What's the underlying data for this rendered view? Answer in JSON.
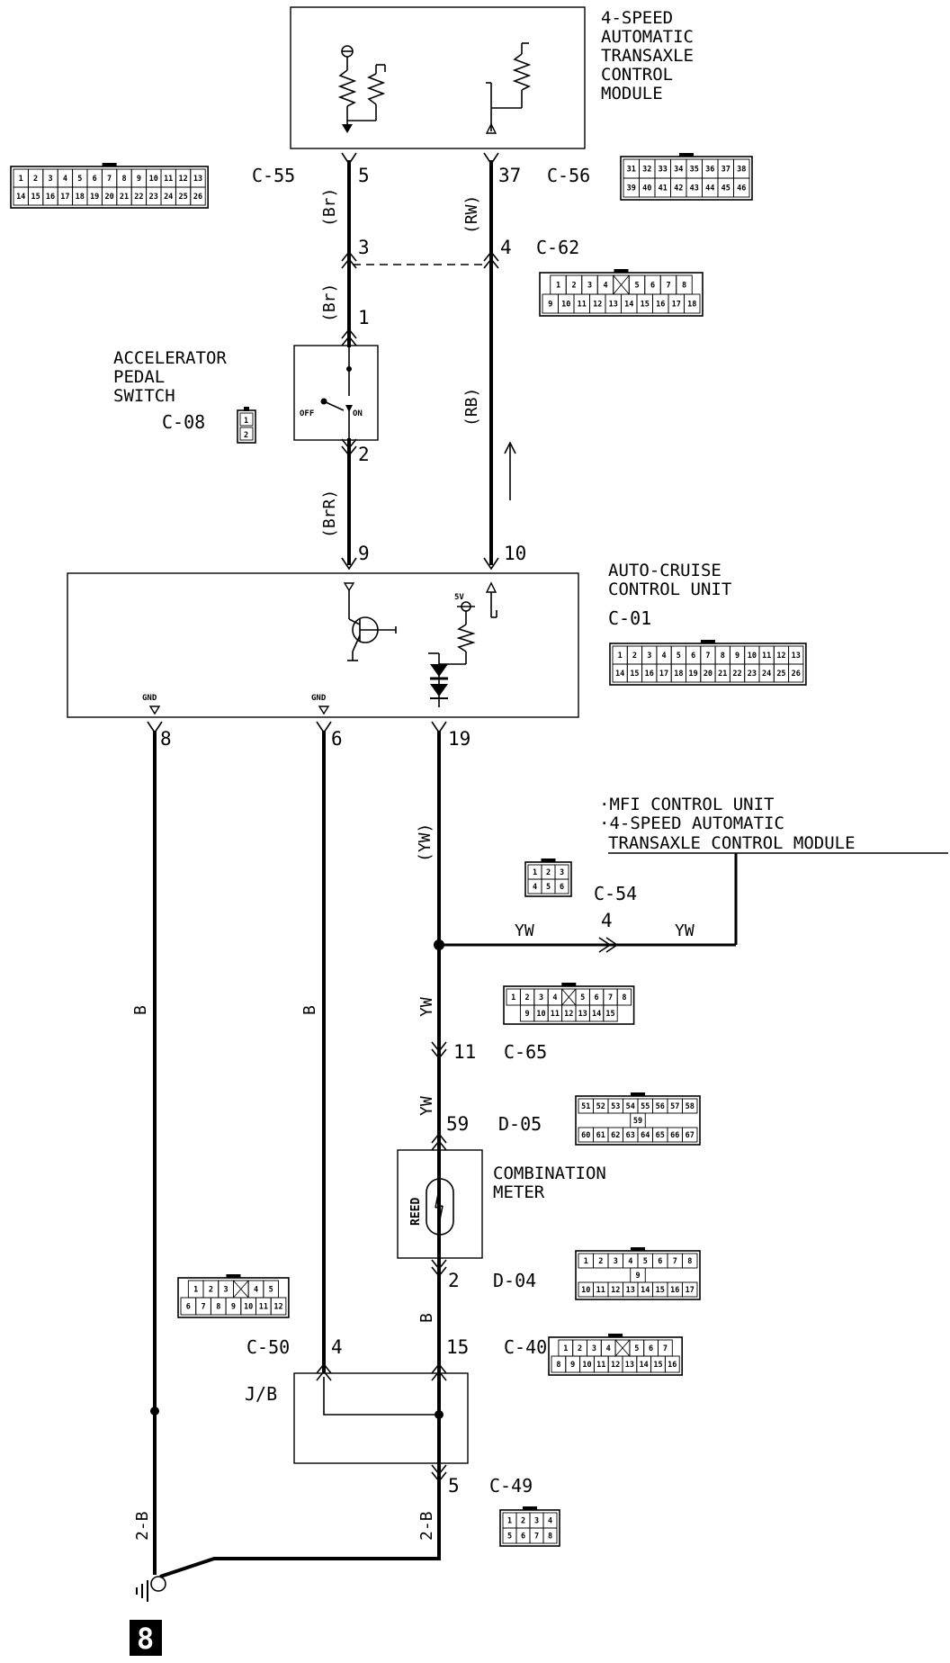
{
  "components": {
    "tcm": {
      "label_lines": [
        "4-SPEED",
        "AUTOMATIC",
        "TRANSAXLE",
        "CONTROL",
        "MODULE"
      ]
    },
    "accel_switch": {
      "label_lines": [
        "ACCELERATOR",
        "PEDAL",
        "SWITCH"
      ],
      "connector": "C-08",
      "off": "OFF",
      "on": "ON",
      "cells": [
        "1",
        "2"
      ]
    },
    "cruise_unit": {
      "label_lines": [
        "AUTO-CRUISE",
        "CONTROL UNIT"
      ],
      "connector": "C-01",
      "gnd1": "GND",
      "gnd2": "GND",
      "supply": "5V"
    },
    "mfi": {
      "label_lines": [
        "·MFI CONTROL UNIT",
        "·4-SPEED AUTOMATIC",
        "TRANSAXLE CONTROL MODULE"
      ]
    },
    "meter": {
      "label_lines": [
        "COMBINATION",
        "METER"
      ],
      "reed": "REED"
    },
    "jb": {
      "label": "J/B"
    },
    "ground": {
      "number": "8"
    }
  },
  "connectors": {
    "c55": {
      "name": "C-55",
      "rows": [
        [
          "1",
          "2",
          "3",
          "4",
          "5",
          "6",
          "7",
          "8",
          "9",
          "10",
          "11",
          "12",
          "13"
        ],
        [
          "14",
          "15",
          "16",
          "17",
          "18",
          "19",
          "20",
          "21",
          "22",
          "23",
          "24",
          "25",
          "26"
        ]
      ]
    },
    "c56": {
      "name": "C-56",
      "rows": [
        [
          "31",
          "32",
          "33",
          "34",
          "35",
          "36",
          "37",
          "38"
        ],
        [
          "39",
          "40",
          "41",
          "42",
          "43",
          "44",
          "45",
          "46"
        ]
      ]
    },
    "c62": {
      "name": "C-62",
      "rows": [
        [
          "1",
          "2",
          "3",
          "4",
          "",
          "5",
          "6",
          "7",
          "8"
        ],
        [
          "9",
          "10",
          "11",
          "12",
          "13",
          "14",
          "15",
          "16",
          "17",
          "18"
        ]
      ]
    },
    "c01": {
      "rows": [
        [
          "1",
          "2",
          "3",
          "4",
          "5",
          "6",
          "7",
          "8",
          "9",
          "10",
          "11",
          "12",
          "13"
        ],
        [
          "14",
          "15",
          "16",
          "17",
          "18",
          "19",
          "20",
          "21",
          "22",
          "23",
          "24",
          "25",
          "26"
        ]
      ]
    },
    "c54": {
      "name": "C-54",
      "rows": [
        [
          "1",
          "2",
          "3"
        ],
        [
          "4",
          "5",
          "6"
        ]
      ]
    },
    "c65": {
      "name": "C-65",
      "rows": [
        [
          "1",
          "2",
          "3",
          "4",
          "",
          "5",
          "6",
          "7",
          "8"
        ],
        [
          "9",
          "10",
          "11",
          "12",
          "13",
          "14",
          "15"
        ]
      ]
    },
    "d05": {
      "name": "D-05",
      "rows": [
        [
          "51",
          "52",
          "53",
          "54",
          "55",
          "56",
          "57",
          "58"
        ],
        [
          "59"
        ],
        [
          "60",
          "61",
          "62",
          "63",
          "64",
          "65",
          "66",
          "67"
        ]
      ]
    },
    "d04": {
      "name": "D-04",
      "rows": [
        [
          "1",
          "2",
          "3",
          "4",
          "5",
          "6",
          "7",
          "8"
        ],
        [
          "9"
        ],
        [
          "10",
          "11",
          "12",
          "13",
          "14",
          "15",
          "16",
          "17"
        ]
      ]
    },
    "c50": {
      "name": "C-50",
      "rows": [
        [
          "1",
          "2",
          "3",
          "",
          "4",
          "5"
        ],
        [
          "6",
          "7",
          "8",
          "9",
          "10",
          "11",
          "12"
        ]
      ]
    },
    "c40": {
      "name": "C-40",
      "rows": [
        [
          "1",
          "2",
          "3",
          "4",
          "",
          "5",
          "6",
          "7"
        ],
        [
          "8",
          "9",
          "10",
          "11",
          "12",
          "13",
          "14",
          "15",
          "16"
        ]
      ]
    },
    "c49": {
      "name": "C-49",
      "rows": [
        [
          "1",
          "2",
          "3",
          "4"
        ],
        [
          "5",
          "6",
          "7",
          "8"
        ]
      ]
    }
  },
  "pins": {
    "p5": "5",
    "p37": "37",
    "p3": "3",
    "p4_c62": "4",
    "p1": "1",
    "p2_sw": "2",
    "p9": "9",
    "p10": "10",
    "p8": "8",
    "p6": "6",
    "p19": "19",
    "p4_c54": "4",
    "p11": "11",
    "p59": "59",
    "p2_meter": "2",
    "p4_c50": "4",
    "p15": "15",
    "p5_c49": "5"
  },
  "wires": {
    "br_a": "(Br)",
    "rw": "(RW)",
    "br_b": "(Br)",
    "rb": "(RB)",
    "brr": "(BrR)",
    "yw_paren": "(YW)",
    "yw_left": "YW",
    "yw_right": "YW",
    "yw_vert1": "YW",
    "yw_vert2": "YW",
    "b_left": "B",
    "b_mid": "B",
    "b_meter": "B",
    "twob_left": "2-B",
    "twob_right": "2-B"
  }
}
